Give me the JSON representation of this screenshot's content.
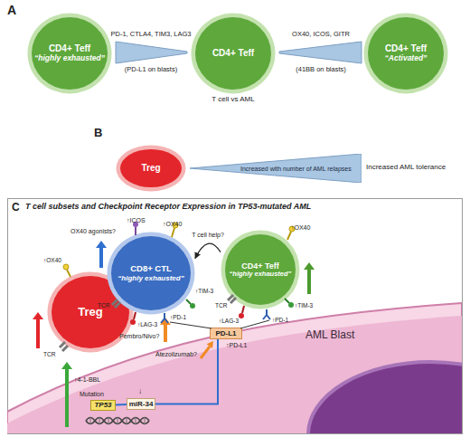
{
  "diagram": {
    "nodes": [
      {
        "text": [
          "CD4+ Teff",
          "“highly exhausted”"
        ]
      },
      {
        "text": [
          "CD4+ Teff"
        ]
      },
      {
        "text": [
          "CD4+ Teff",
          "“Activated”"
        ]
      },
      {
        "text": [
          "Treg"
        ]
      },
      {
        "text": [
          "Increased with number of AML relapses"
        ]
      },
      {
        "text": [
          "T cell subsets and Checkpoint Receptor Expression in TP53-mutated AML"
        ]
      },
      {
        "text": [
          "AML Blast"
        ],
        "in": 5
      },
      {
        "text": [
          "PD-L1"
        ],
        "in": 6
      },
      {
        "text": [
          "TP53"
        ],
        "in": 6
      },
      {
        "text": [
          "miR-34"
        ],
        "in": 6
      },
      {
        "text": [
          "Treg"
        ],
        "in": 5
      },
      {
        "text": [
          "CD8+ CTL",
          "“highly exhausted”"
        ],
        "in": 5
      },
      {
        "text": [
          "CD4+ Teff",
          "“highly exhausted”"
        ],
        "in": 5
      }
    ],
    "edges": [
      {
        "from": 8,
        "to": 9,
        "arrow": "none"
      },
      {
        "from": 9,
        "to": 7,
        "arrow": "none"
      },
      {
        "from": 12,
        "to": 11,
        "label": "T cell help?",
        "arrow": "to"
      }
    ],
    "labels": [
      "A",
      "PD-1, CTLA4, TIM3, LAG3",
      "(PD-L1 on blasts)",
      "OX40, ICOS, GITR",
      "(41BB on blasts)",
      "T cell vs AML",
      "B",
      "Increased AML tolerance",
      "C",
      "OX40 agonists?",
      "↑ICOS",
      "↑OX40",
      "↑OX40",
      "TCR",
      "↑LAG-3",
      "↑PD-1",
      "↑TIM-3",
      "TCR",
      "↑LAG-3",
      "↑PD-1",
      "↑TIM-3",
      "↑OX40",
      "TCR",
      "Pembro/Nivo?",
      "Atezolizumab?",
      "↑PD-L1",
      "↑4-1-BBL",
      "Mutation",
      "↓"
    ]
  }
}
